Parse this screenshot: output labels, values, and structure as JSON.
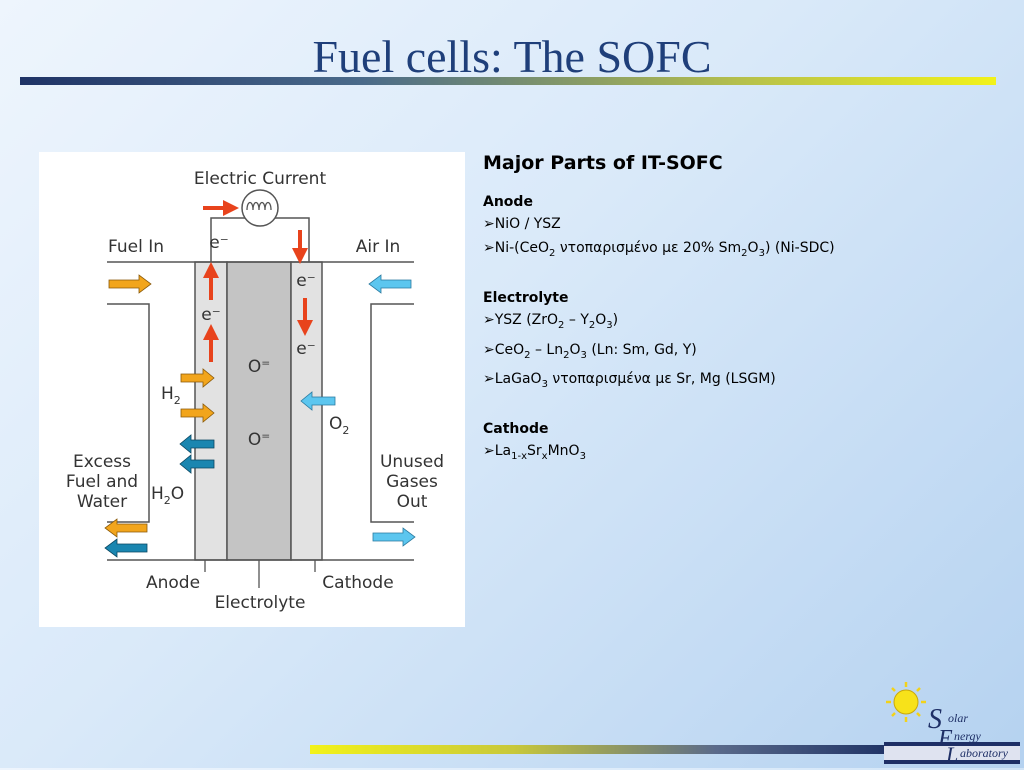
{
  "slide": {
    "title": "Fuel cells: The SOFC"
  },
  "diagram": {
    "labels": {
      "electric_current": "Electric Current",
      "fuel_in": "Fuel In",
      "air_in": "Air In",
      "electron": "e⁻",
      "oxide_ion": "O⁼",
      "h2_main": "H",
      "h2_sub": "2",
      "h2o_pre": "H",
      "h2o_sub": "2",
      "h2o_post": "O",
      "o2_main": "O",
      "o2_sub": "2",
      "excess_1": "Excess",
      "excess_2": "Fuel and",
      "excess_3": "Water",
      "unused_1": "Unused",
      "unused_2": "Gases",
      "unused_3": "Out",
      "anode": "Anode",
      "cathode": "Cathode",
      "electrolyte": "Electrolyte"
    },
    "colors": {
      "electron_arrow": "#e8431c",
      "fuel_arrow": "#f2a51c",
      "water_arrow": "#1a86b0",
      "oxygen_arrow": "#5cc6ef",
      "electrode_fill": "#e2e2e2",
      "electrolyte_fill": "#c4c4c4"
    }
  },
  "panel": {
    "heading": "Major Parts of IT-SOFC",
    "bullet": "➢",
    "anode": {
      "heading": "Anode",
      "items": [
        {
          "parts": [
            "NiO / YSZ"
          ]
        },
        {
          "parts": [
            "Ni-(CeO",
            "2",
            " ντοπαρισμένο με 20% Sm",
            "2",
            "O",
            "3",
            ") (Ni-SDC)"
          ]
        }
      ]
    },
    "electrolyte": {
      "heading": "Electrolyte",
      "items": [
        {
          "parts": [
            "YSZ (ZrO",
            "2",
            " – Y",
            "2",
            "O",
            "3",
            ")"
          ]
        },
        {
          "parts": [
            "CeO",
            "2",
            " – Ln",
            "2",
            "O",
            "3",
            " (Ln: Sm, Gd, Y)"
          ]
        },
        {
          "parts": [
            "LaGaO",
            "3",
            " ντοπαρισμένα με Sr, Mg (LSGM)"
          ]
        }
      ]
    },
    "cathode": {
      "heading": "Cathode",
      "items": [
        {
          "parts": [
            "La",
            "1-x",
            "Sr",
            "x",
            "MnO",
            "3"
          ]
        }
      ]
    }
  },
  "logo": {
    "line1": "olar",
    "line2": "nergy",
    "line3": "aboratory",
    "letter_s": "S",
    "letter_e": "E",
    "letter_l": "L"
  }
}
